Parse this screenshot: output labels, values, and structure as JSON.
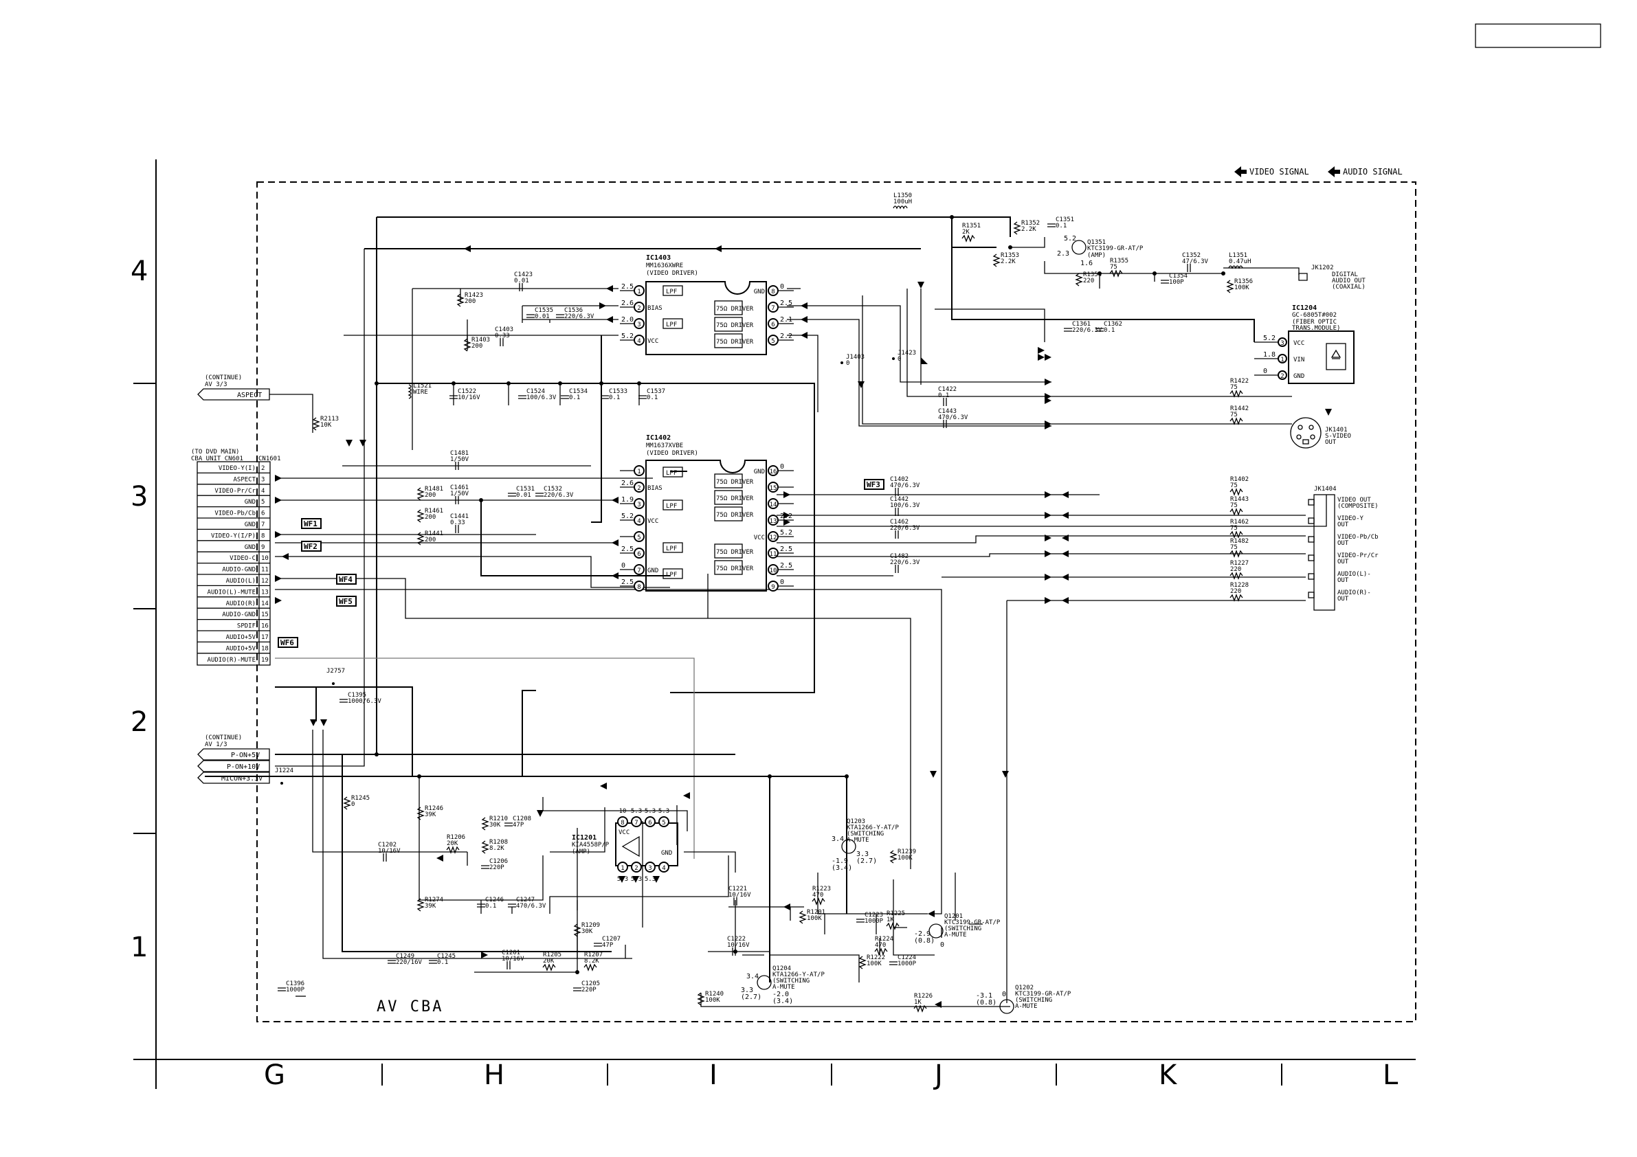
{
  "legend": {
    "video": "VIDEO SIGNAL",
    "audio": "AUDIO SIGNAL"
  },
  "board_label": "AV CBA",
  "grid": {
    "rows": [
      "4",
      "3",
      "2",
      "1"
    ],
    "cols": [
      "G",
      "H",
      "I",
      "J",
      "K",
      "L"
    ]
  },
  "connectors": {
    "continue_top": [
      "(CONTINUE)",
      "AV 3/3"
    ],
    "aspect_tag": "ASPECT",
    "to_dvd": [
      "(TO DVD MAIN)",
      "CBA UNIT CN601"
    ],
    "cn_ref": "CN1601",
    "continue_bottom": [
      "(CONTINUE)",
      "AV 1/3"
    ],
    "power_tags": [
      "P-ON+5V",
      "P-ON+10V",
      "MICON+3.3V"
    ]
  },
  "cn1601_pins": [
    {
      "name": "VIDEO-Y(I)",
      "num": "2"
    },
    {
      "name": "ASPECT",
      "num": "3"
    },
    {
      "name": "VIDEO-Pr/Cr",
      "num": "4"
    },
    {
      "name": "GND",
      "num": "5"
    },
    {
      "name": "VIDEO-Pb/Cb",
      "num": "6"
    },
    {
      "name": "GND",
      "num": "7"
    },
    {
      "name": "VIDEO-Y(I/P)",
      "num": "8"
    },
    {
      "name": "GND",
      "num": "9"
    },
    {
      "name": "VIDEO-C",
      "num": "10"
    },
    {
      "name": "AUDIO-GND",
      "num": "11"
    },
    {
      "name": "AUDIO(L)",
      "num": "12"
    },
    {
      "name": "AUDIO(L)-MUTE",
      "num": "13"
    },
    {
      "name": "AUDIO(R)",
      "num": "14"
    },
    {
      "name": "AUDIO-GND",
      "num": "15"
    },
    {
      "name": "SPDIF",
      "num": "16"
    },
    {
      "name": "AUDIO+5V",
      "num": "17"
    },
    {
      "name": "AUDIO+5V",
      "num": "18"
    },
    {
      "name": "AUDIO(R)-MUTE",
      "num": "19"
    }
  ],
  "wf_tags": [
    "WF1",
    "WF2",
    "WF3",
    "WF4",
    "WF5",
    "WF6"
  ],
  "ic1403": {
    "ref": "IC1403",
    "part": "MM1636XWRE",
    "func": "(VIDEO DRIVER)",
    "left_pins": [
      "1",
      "2",
      "3",
      "4"
    ],
    "right_pins": [
      "8",
      "7",
      "6",
      "5"
    ],
    "left_labels": [
      "",
      "BIAS",
      "",
      "VCC"
    ],
    "right_labels": [
      "GND",
      "",
      "",
      ""
    ],
    "left_v": [
      "2.5",
      "2.6",
      "2.0",
      "5.2"
    ],
    "right_v": [
      "0",
      "2.5",
      "2.1",
      "2.2"
    ],
    "block_lpf": "LPF",
    "block_drv": "75Ω DRIVER"
  },
  "ic1402": {
    "ref": "IC1402",
    "part": "MM1637XVBE",
    "func": "(VIDEO DRIVER)",
    "left_pins": [
      "1",
      "2",
      "3",
      "4",
      "5",
      "6",
      "7",
      "8"
    ],
    "right_pins": [
      "16",
      "15",
      "14",
      "13",
      "12",
      "11",
      "10",
      "9"
    ],
    "left_labels": [
      "",
      "BIAS",
      "",
      "VCC",
      "",
      "",
      "GND",
      ""
    ],
    "right_labels": [
      "GND",
      "",
      "",
      "",
      "VCC",
      "",
      "",
      ""
    ],
    "left_v": [
      "",
      "2.6",
      "1.9",
      "5.2",
      "",
      "2.5",
      "0",
      "2.5"
    ],
    "right_v": [
      "0",
      "",
      "",
      "2.2",
      "5.2",
      "2.5",
      "2.5",
      "0"
    ]
  },
  "ic1204": {
    "ref": "IC1204",
    "part": "GC-6805T#002",
    "func": [
      "(FIBER OPTIC",
      "TRANS.MODULE)"
    ],
    "pins": [
      {
        "label": "VCC",
        "num": "3",
        "v": "5.2"
      },
      {
        "label": "VIN",
        "num": "1",
        "v": "1.8"
      },
      {
        "label": "GND",
        "num": "2",
        "v": "0"
      }
    ]
  },
  "ic1201": {
    "ref": "IC1201",
    "part": "KIA4558P/P",
    "func": "(AMP)",
    "top_pins": [
      "8",
      "7",
      "6",
      "5"
    ],
    "top_v": [
      "10",
      "5.3",
      "5.3",
      "5.3"
    ],
    "bottom_pins": [
      "1",
      "2",
      "3",
      "4"
    ],
    "bottom_v": [
      "5.3",
      "5.3",
      "5.3",
      ""
    ],
    "labels": [
      "VCC",
      "GND"
    ]
  },
  "transistors": [
    {
      "ref": "Q1351",
      "part": "KTC3199-GR-AT/P",
      "func": "(AMP)",
      "v": [
        "5.2",
        "2.3",
        "1.6"
      ]
    },
    {
      "ref": "Q1203",
      "part": "KTA1266-Y-AT/P",
      "func": [
        "(SWITCHING",
        "A-MUTE"
      ],
      "v": [
        "3.4",
        "-1.9",
        "(3.4)",
        "3.3",
        "(2.7)"
      ]
    },
    {
      "ref": "Q1201",
      "part": "KTC3199-GR-AT/P",
      "func": [
        "(SWITCHING",
        "A-MUTE"
      ],
      "v": [
        "-2.9",
        "(0.8)",
        "0"
      ]
    },
    {
      "ref": "Q1204",
      "part": "KTA1266-Y-AT/P",
      "func": [
        "(SWITCHING",
        "A-MUTE"
      ],
      "v": [
        "3.4",
        "3.3",
        "(2.7)",
        "-2.0",
        "(3.4)"
      ]
    },
    {
      "ref": "Q1202",
      "part": "KTC3199-GR-AT/P",
      "func": [
        "(SWITCHING",
        "A-MUTE"
      ],
      "v": [
        "-3.1",
        "(0.8)",
        "0"
      ]
    }
  ],
  "jacks": {
    "jk1202": {
      "ref": "JK1202",
      "lines": [
        "DIGITAL",
        "AUDIO OUT",
        "(COAXIAL)"
      ]
    },
    "jk1401": {
      "ref": "JK1401",
      "lines": [
        "S-VIDEO",
        "OUT"
      ]
    },
    "jk1404": {
      "ref": "JK1404",
      "outs": [
        [
          "VIDEO OUT",
          "(COMPOSITE)"
        ],
        [
          "VIDEO-Y",
          "OUT"
        ],
        [
          "VIDEO-Pb/Cb",
          "OUT"
        ],
        [
          "VIDEO-Pr/Cr",
          "OUT"
        ],
        [
          "AUDIO(L)-",
          "OUT"
        ],
        [
          "AUDIO(R)-",
          "OUT"
        ]
      ]
    }
  },
  "components": [
    {
      "id": "L1350",
      "l": [
        "L1350",
        "100uH"
      ]
    },
    {
      "id": "C1351",
      "l": [
        "C1351",
        "0.1"
      ]
    },
    {
      "id": "R1352",
      "l": [
        "R1352",
        "2.2K"
      ]
    },
    {
      "id": "R1351",
      "l": [
        "R1351",
        "2K"
      ]
    },
    {
      "id": "R1353",
      "l": [
        "R1353",
        "2.2K"
      ]
    },
    {
      "id": "R1354",
      "l": [
        "R1354",
        "220"
      ]
    },
    {
      "id": "R1355",
      "l": [
        "R1355",
        "75"
      ]
    },
    {
      "id": "C1352",
      "l": [
        "C1352",
        "47/6.3V"
      ]
    },
    {
      "id": "L1351",
      "l": [
        "L1351",
        "0.47uH"
      ]
    },
    {
      "id": "C1354",
      "l": [
        "C1354",
        "100P"
      ]
    },
    {
      "id": "R1356",
      "l": [
        "R1356",
        "100K"
      ]
    },
    {
      "id": "C1361",
      "l": [
        "C1361",
        "220/6.3V"
      ]
    },
    {
      "id": "C1362",
      "l": [
        "C1362",
        "0.1"
      ]
    },
    {
      "id": "C1423",
      "l": [
        "C1423",
        "0.01"
      ]
    },
    {
      "id": "R1423",
      "l": [
        "R1423",
        "200"
      ]
    },
    {
      "id": "C1535",
      "l": [
        "C1535",
        "0.01"
      ]
    },
    {
      "id": "C1536",
      "l": [
        "C1536",
        "220/6.3V"
      ]
    },
    {
      "id": "R1403",
      "l": [
        "R1403",
        "200"
      ]
    },
    {
      "id": "C1403",
      "l": [
        "C1403",
        "0.33"
      ]
    },
    {
      "id": "J1423",
      "l": [
        "J1423",
        "0"
      ]
    },
    {
      "id": "J1403",
      "l": [
        "J1403",
        "0"
      ]
    },
    {
      "id": "L1521",
      "l": [
        "L1521",
        "WIRE"
      ]
    },
    {
      "id": "C1522",
      "l": [
        "C1522",
        "10/16V"
      ]
    },
    {
      "id": "C1524",
      "l": [
        "C1524",
        "100/6.3V"
      ]
    },
    {
      "id": "C1534",
      "l": [
        "C1534",
        "0.1"
      ]
    },
    {
      "id": "C1533",
      "l": [
        "C1533",
        "0.1"
      ]
    },
    {
      "id": "C1537",
      "l": [
        "C1537",
        "0.1"
      ]
    },
    {
      "id": "C1422",
      "l": [
        "C1422",
        "0.1"
      ]
    },
    {
      "id": "R1422",
      "l": [
        "R1422",
        "75"
      ]
    },
    {
      "id": "C1443",
      "l": [
        "C1443",
        "470/6.3V"
      ]
    },
    {
      "id": "R1442",
      "l": [
        "R1442",
        "75"
      ]
    },
    {
      "id": "R2113",
      "l": [
        "R2113",
        "10K"
      ]
    },
    {
      "id": "C1481",
      "l": [
        "C1481",
        "1/50V"
      ]
    },
    {
      "id": "R1481",
      "l": [
        "R1481",
        "200"
      ]
    },
    {
      "id": "C1461",
      "l": [
        "C1461",
        "1/50V"
      ]
    },
    {
      "id": "R1461",
      "l": [
        "R1461",
        "200"
      ]
    },
    {
      "id": "C1441",
      "l": [
        "C1441",
        "0.33"
      ]
    },
    {
      "id": "R1441",
      "l": [
        "R1441",
        "200"
      ]
    },
    {
      "id": "C1531",
      "l": [
        "C1531",
        "0.01"
      ]
    },
    {
      "id": "C1532",
      "l": [
        "C1532",
        "220/6.3V"
      ]
    },
    {
      "id": "C1402",
      "l": [
        "C1402",
        "470/6.3V"
      ]
    },
    {
      "id": "C1442",
      "l": [
        "C1442",
        "100/6.3V"
      ]
    },
    {
      "id": "C1462",
      "l": [
        "C1462",
        "220/6.3V"
      ]
    },
    {
      "id": "C1482",
      "l": [
        "C1482",
        "220/6.3V"
      ]
    },
    {
      "id": "R1402",
      "l": [
        "R1402",
        "75"
      ]
    },
    {
      "id": "R1443",
      "l": [
        "R1443",
        "75"
      ]
    },
    {
      "id": "R1462",
      "l": [
        "R1462",
        "75"
      ]
    },
    {
      "id": "R1482",
      "l": [
        "R1482",
        "75"
      ]
    },
    {
      "id": "R1227",
      "l": [
        "R1227",
        "220"
      ]
    },
    {
      "id": "R1228",
      "l": [
        "R1228",
        "220"
      ]
    },
    {
      "id": "J2757",
      "l": [
        "J2757"
      ]
    },
    {
      "id": "C1395",
      "l": [
        "C1395",
        "1000/6.3V"
      ]
    },
    {
      "id": "J1224",
      "l": [
        "J1224"
      ]
    },
    {
      "id": "R1245",
      "l": [
        "R1245",
        "0"
      ]
    },
    {
      "id": "R1246",
      "l": [
        "R1246",
        "39K"
      ]
    },
    {
      "id": "R1210",
      "l": [
        "R1210",
        "30K"
      ]
    },
    {
      "id": "C1208",
      "l": [
        "C1208",
        "47P"
      ]
    },
    {
      "id": "R1208",
      "l": [
        "R1208",
        "8.2K"
      ]
    },
    {
      "id": "C1202",
      "l": [
        "C1202",
        "10/16V"
      ]
    },
    {
      "id": "R1206",
      "l": [
        "R1206",
        "20K"
      ]
    },
    {
      "id": "C1206",
      "l": [
        "C1206",
        "220P"
      ]
    },
    {
      "id": "R1239",
      "l": [
        "R1239",
        "100K"
      ]
    },
    {
      "id": "R1274",
      "l": [
        "R1274",
        "39K"
      ]
    },
    {
      "id": "C1246",
      "l": [
        "C1246",
        "0.1"
      ]
    },
    {
      "id": "C1247",
      "l": [
        "C1247",
        "470/6.3V"
      ]
    },
    {
      "id": "C1221",
      "l": [
        "C1221",
        "10/16V"
      ]
    },
    {
      "id": "R1223",
      "l": [
        "R1223",
        "470"
      ]
    },
    {
      "id": "R1201",
      "l": [
        "R1201",
        "100K"
      ]
    },
    {
      "id": "C1223",
      "l": [
        "C1223",
        "1000P"
      ]
    },
    {
      "id": "R1225",
      "l": [
        "R1225",
        "1K"
      ]
    },
    {
      "id": "R1209",
      "l": [
        "R1209",
        "30K"
      ]
    },
    {
      "id": "C1207",
      "l": [
        "C1207",
        "47P"
      ]
    },
    {
      "id": "C1222",
      "l": [
        "C1222",
        "10/16V"
      ]
    },
    {
      "id": "R1224",
      "l": [
        "R1224",
        "470"
      ]
    },
    {
      "id": "R1222",
      "l": [
        "R1222",
        "100K"
      ]
    },
    {
      "id": "C1224",
      "l": [
        "C1224",
        "1000P"
      ]
    },
    {
      "id": "C1249",
      "l": [
        "C1249",
        "220/16V"
      ]
    },
    {
      "id": "C1245",
      "l": [
        "C1245",
        "0.1"
      ]
    },
    {
      "id": "C1201",
      "l": [
        "C1201",
        "10/16V"
      ]
    },
    {
      "id": "R1205",
      "l": [
        "R1205",
        "20K"
      ]
    },
    {
      "id": "R1207",
      "l": [
        "R1207",
        "8.2K"
      ]
    },
    {
      "id": "C1205",
      "l": [
        "C1205",
        "220P"
      ]
    },
    {
      "id": "C1396",
      "l": [
        "C1396",
        "1000P"
      ]
    },
    {
      "id": "R1240",
      "l": [
        "R1240",
        "100K"
      ]
    },
    {
      "id": "R1226",
      "l": [
        "R1226",
        "1K"
      ]
    }
  ]
}
